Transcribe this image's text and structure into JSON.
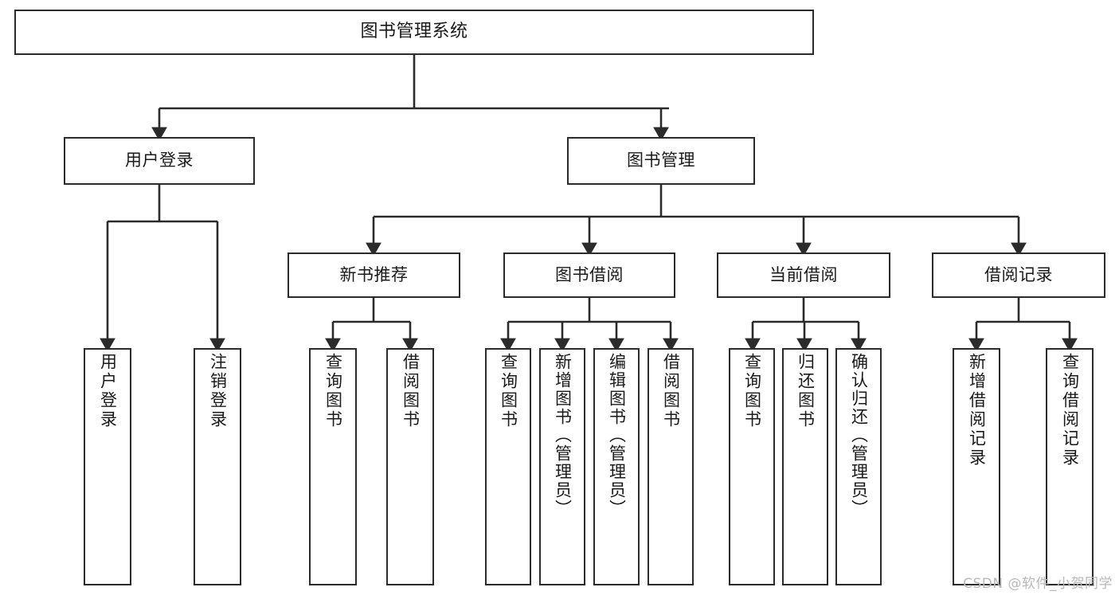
{
  "diagram": {
    "title": "图书管理系统",
    "type": "tree-hierarchy-chart",
    "watermark": "CSDN @软件_小贺同学",
    "colors": {
      "stroke": "#2b2b2b",
      "box_fill": "#ffffff",
      "text": "#1a1a1a",
      "background": "#ffffff",
      "watermark": "#b9b9b9"
    }
  },
  "nodes": {
    "root": {
      "label": "图书管理系统"
    },
    "level1": [
      {
        "label": "用户登录"
      },
      {
        "label": "图书管理"
      }
    ],
    "level2": [
      {
        "label": "新书推荐"
      },
      {
        "label": "图书借阅"
      },
      {
        "label": "当前借阅"
      },
      {
        "label": "借阅记录"
      }
    ],
    "leaves": {
      "user_login": [
        {
          "label": "用户登录"
        },
        {
          "label": "注销登录"
        }
      ],
      "new_book_recommend": [
        {
          "label": "查询图书"
        },
        {
          "label": "借阅图书"
        }
      ],
      "book_borrow": [
        {
          "label": "查询图书"
        },
        {
          "label": "新增图书（管理员）"
        },
        {
          "label": "编辑图书（管理员）"
        },
        {
          "label": "借阅图书"
        }
      ],
      "current_borrow": [
        {
          "label": "查询图书"
        },
        {
          "label": "归还图书"
        },
        {
          "label": "确认归还（管理员）"
        }
      ],
      "borrow_record": [
        {
          "label": "新增借阅记录"
        },
        {
          "label": "查询借阅记录"
        }
      ]
    }
  }
}
